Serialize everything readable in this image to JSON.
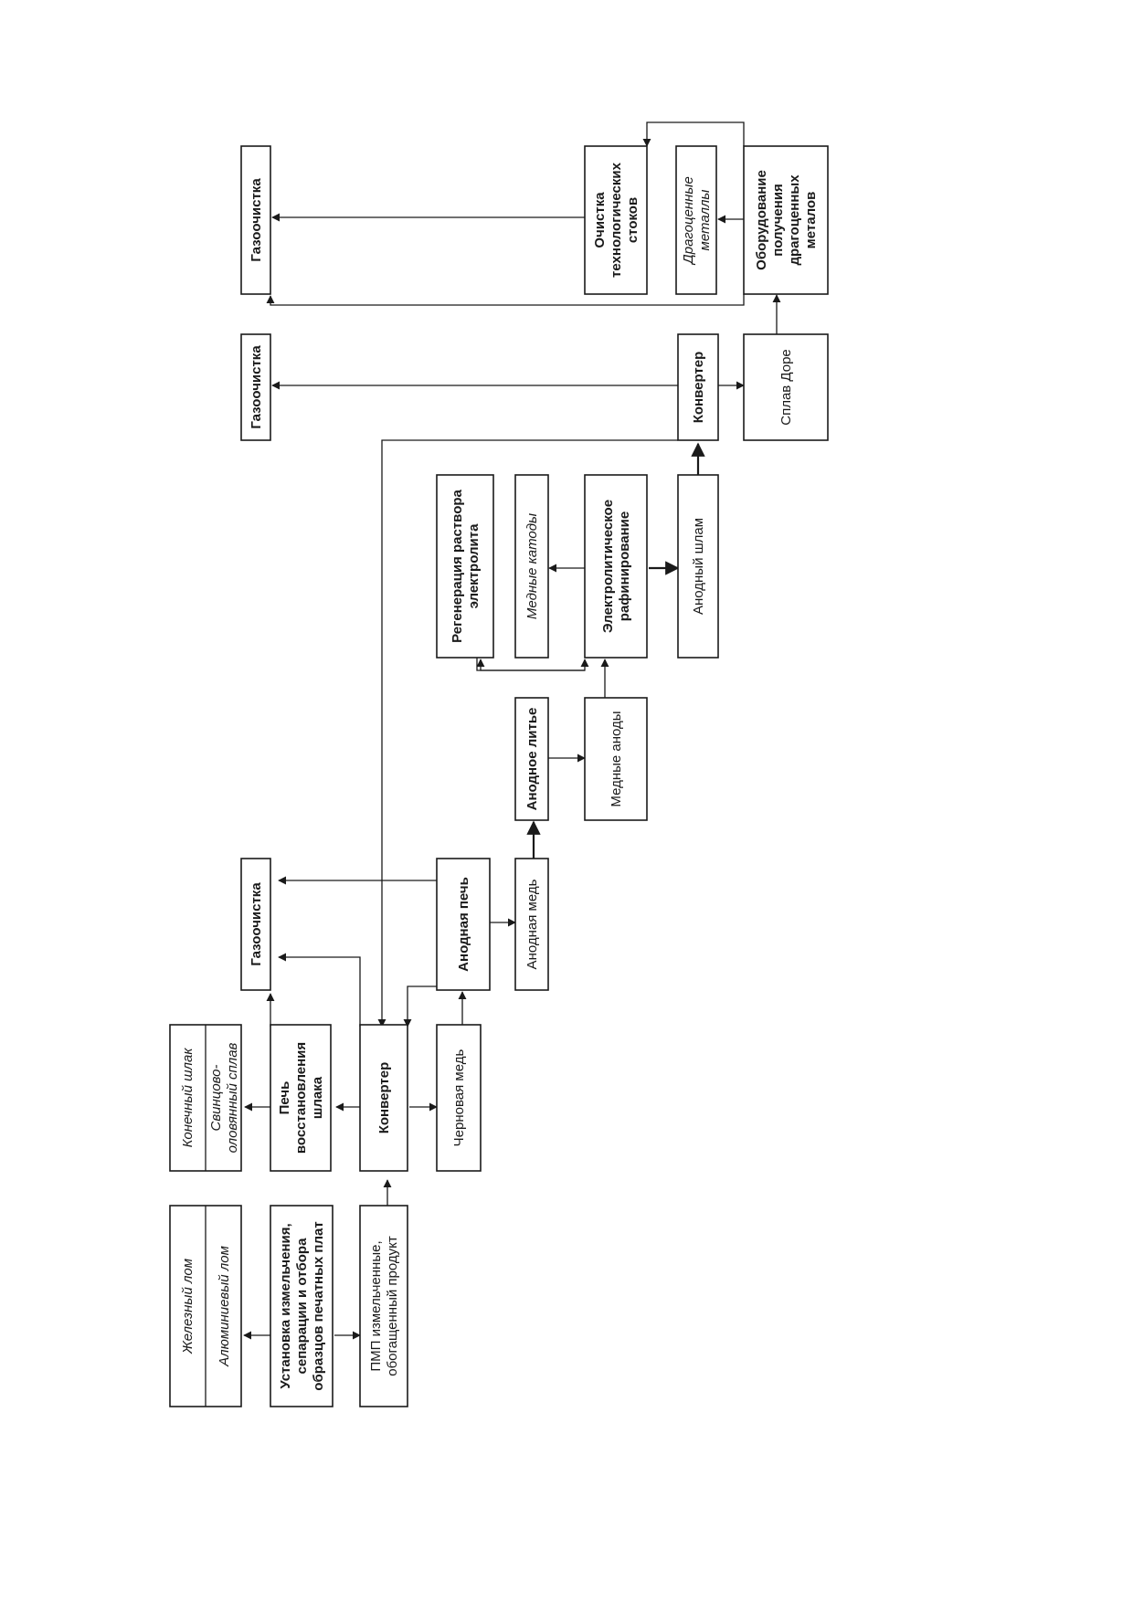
{
  "nodes": {
    "shredder": {
      "lines": [
        "Установка измельчения,",
        "сепарации и отбора",
        "образцов печатных плат"
      ]
    },
    "scrap_iron": {
      "lines": [
        "Железный лом"
      ]
    },
    "scrap_al": {
      "lines": [
        "Алюминиевый лом"
      ]
    },
    "pcb_product": {
      "lines": [
        "ПМП измельченные,",
        "обогащенный продукт"
      ]
    },
    "converter_1": {
      "lines": [
        "Конвертер"
      ]
    },
    "slag_furnace": {
      "lines": [
        "Печь",
        "восстановления",
        "шлака"
      ]
    },
    "final_slag": {
      "lines": [
        "Конечный шлак"
      ]
    },
    "pb_sn_alloy": {
      "lines": [
        "Свинцово-",
        "оловянный сплав"
      ]
    },
    "blister_copper": {
      "lines": [
        "Черновая медь"
      ]
    },
    "gas_cleaning_1": {
      "lines": [
        "Газоочистка"
      ]
    },
    "anode_furnace": {
      "lines": [
        "Анодная печь"
      ]
    },
    "anode_copper": {
      "lines": [
        "Анодная медь"
      ]
    },
    "anode_casting": {
      "lines": [
        "Анодное литье"
      ]
    },
    "copper_anodes": {
      "lines": [
        "Медные аноды"
      ]
    },
    "electrolyte_regen": {
      "lines": [
        "Регенерация раствора",
        "электролита"
      ]
    },
    "copper_cathodes": {
      "lines": [
        "Медные катоды"
      ]
    },
    "electrorefining": {
      "lines": [
        "Электролитическое",
        "рафинирование"
      ]
    },
    "anode_slime": {
      "lines": [
        "Анодный шлам"
      ]
    },
    "gas_cleaning_2": {
      "lines": [
        "Газоочистка"
      ]
    },
    "converter_2": {
      "lines": [
        "Конвертер"
      ]
    },
    "dore_alloy": {
      "lines": [
        "Сплав Доре"
      ]
    },
    "gas_cleaning_3": {
      "lines": [
        "Газоочистка"
      ]
    },
    "wastewater": {
      "lines": [
        "Очистка",
        "технологических",
        "стоков"
      ]
    },
    "precious_metals": {
      "lines": [
        "Драгоценные",
        "металлы"
      ]
    },
    "pm_equipment": {
      "lines": [
        "Оборудование",
        "получения",
        "драгоценных",
        "металов"
      ]
    }
  }
}
